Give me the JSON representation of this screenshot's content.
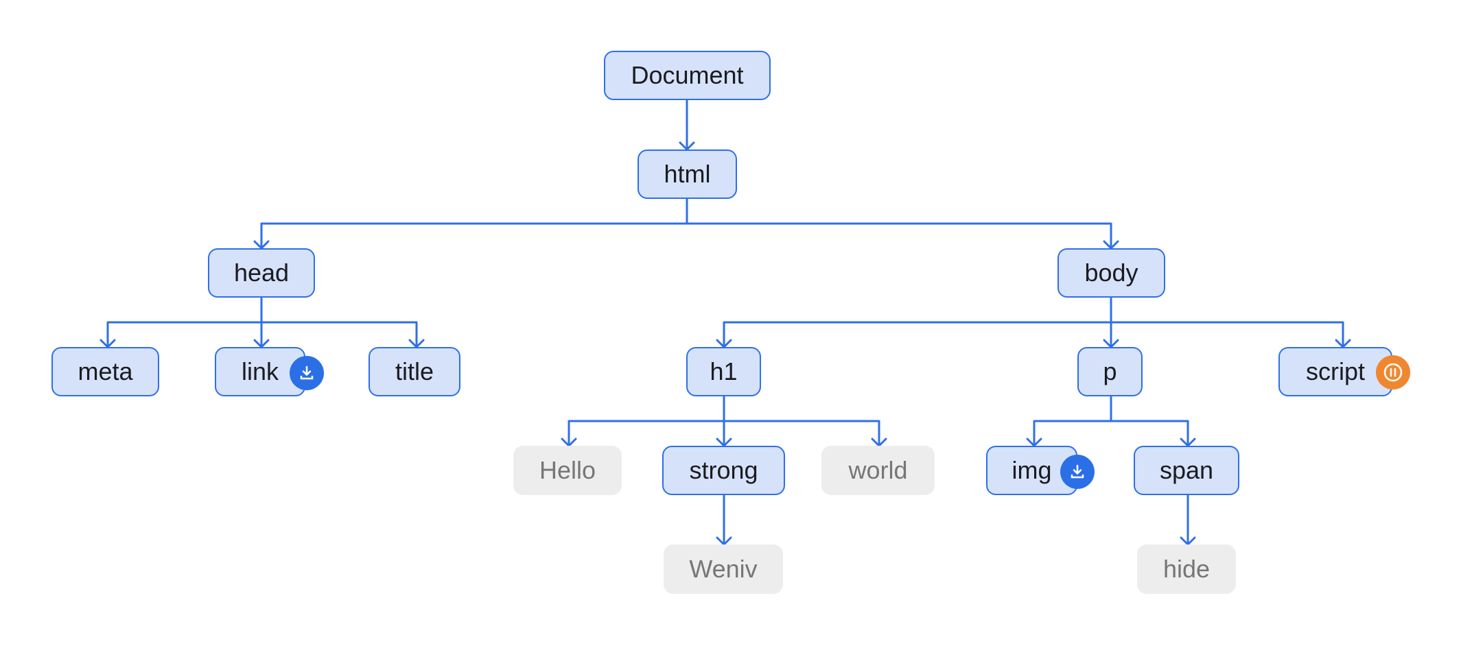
{
  "diagram": {
    "nodes": {
      "document": "Document",
      "html": "html",
      "head": "head",
      "body": "body",
      "meta": "meta",
      "link": "link",
      "title": "title",
      "h1": "h1",
      "p": "p",
      "script": "script",
      "hello": "Hello",
      "strong": "strong",
      "world": "world",
      "img": "img",
      "span": "span",
      "weniv": "Weniv",
      "hide": "hide"
    },
    "badges": {
      "link": "download-icon",
      "img": "download-icon",
      "script": "pause-icon"
    },
    "colors": {
      "edge": "#2f6fe8",
      "element_fill": "#d6e2fa",
      "text_node_fill": "#ededed",
      "download_badge": "#2a6fe6",
      "pause_badge": "#f0872f"
    }
  }
}
